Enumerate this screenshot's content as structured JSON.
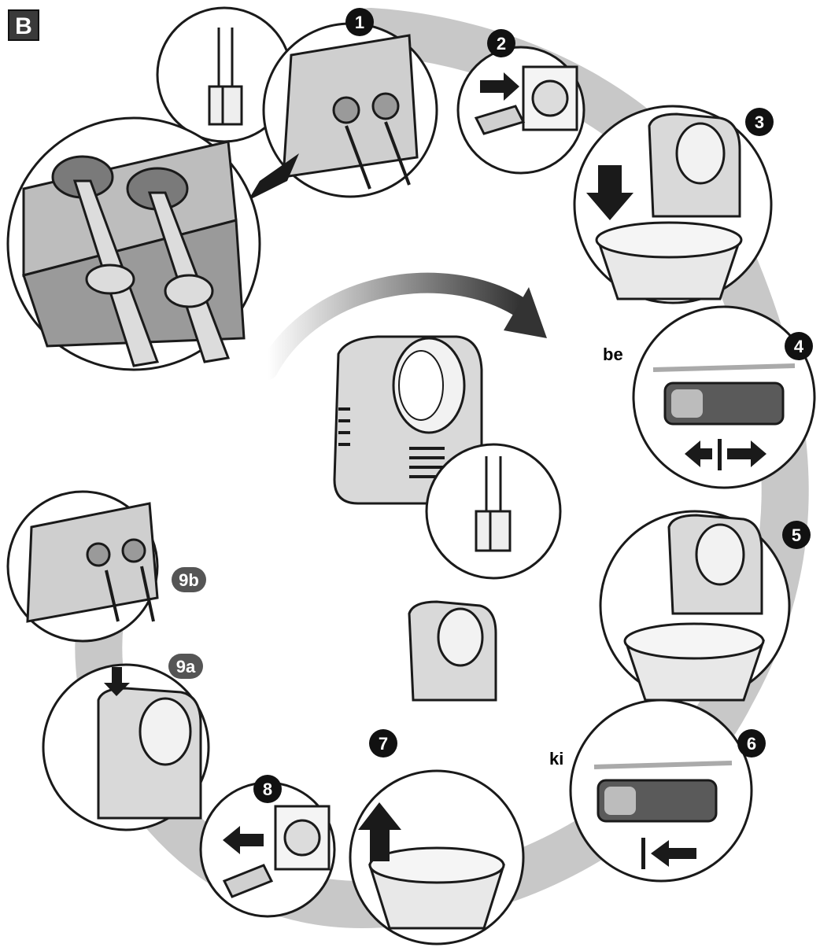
{
  "section_label": "B",
  "labels": {
    "on": "be",
    "off": "ki"
  },
  "steps": [
    {
      "id": "1",
      "label": "1"
    },
    {
      "id": "2",
      "label": "2"
    },
    {
      "id": "3",
      "label": "3"
    },
    {
      "id": "4",
      "label": "4"
    },
    {
      "id": "5",
      "label": "5"
    },
    {
      "id": "6",
      "label": "6"
    },
    {
      "id": "7",
      "label": "7"
    },
    {
      "id": "8",
      "label": "8"
    },
    {
      "id": "9a",
      "label": "9a"
    },
    {
      "id": "9b",
      "label": "9b"
    }
  ],
  "colors": {
    "ink": "#1a1a1a",
    "panel": "#d9d9d9",
    "shade": "#9a9a9a",
    "track": "#c8c8c8",
    "badge": "#111111"
  }
}
